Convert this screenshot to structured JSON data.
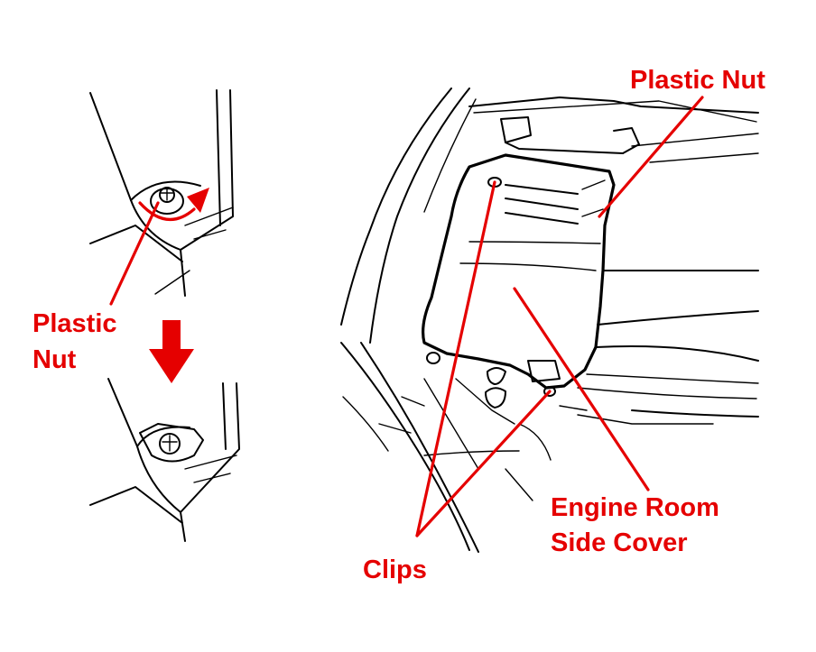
{
  "labels": {
    "plastic_nut_left_line1": "Plastic",
    "plastic_nut_left_line2": "Nut",
    "plastic_nut_right": "Plastic Nut",
    "clips": "Clips",
    "engine_room_line1": "Engine Room",
    "engine_room_line2": "Side Cover"
  },
  "colors": {
    "annotation": "#e50000",
    "linework": "#000000",
    "background": "#ffffff"
  }
}
